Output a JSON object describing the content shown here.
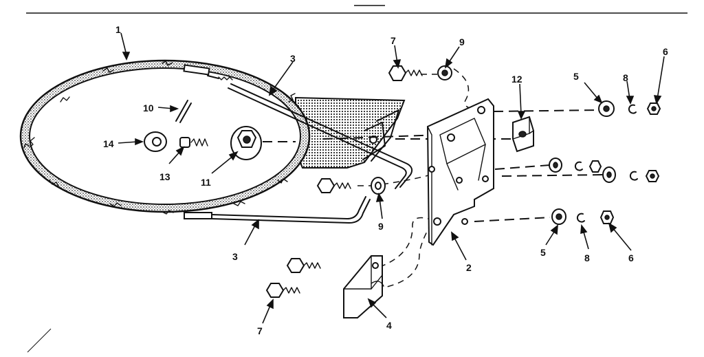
{
  "diagram": {
    "callouts": {
      "c1": "1",
      "c2": "2",
      "c3_top": "3",
      "c3_bottom": "3",
      "c4": "4",
      "c5_top": "5",
      "c5_bottom": "5",
      "c6_top": "6",
      "c6_bottom": "6",
      "c7_top": "7",
      "c7_bottom": "7",
      "c8_top": "8",
      "c8_bottom": "8",
      "c9_top": "9",
      "c9_bottom": "9",
      "c10": "10",
      "c11": "11",
      "c12": "12",
      "c13": "13",
      "c14": "14"
    }
  }
}
